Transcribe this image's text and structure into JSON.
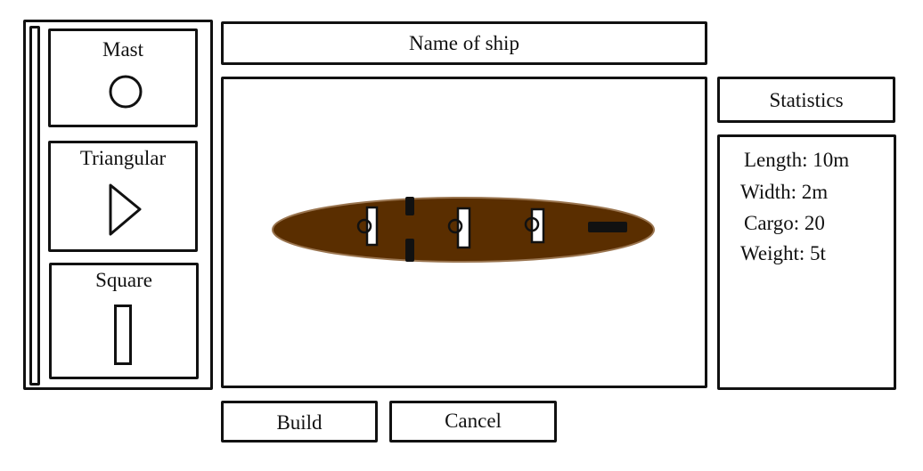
{
  "palette": {
    "items": [
      {
        "label": "Mast",
        "icon": "circle-icon"
      },
      {
        "label": "Triangular",
        "icon": "triangle-icon"
      },
      {
        "label": "Square",
        "icon": "rectangle-icon"
      }
    ]
  },
  "ship_name": {
    "placeholder": "Name of ship"
  },
  "canvas": {
    "hull_color": "#5a2e00"
  },
  "statistics": {
    "title": "Statistics",
    "lines": [
      "Length: 10m",
      "Width: 2m",
      "Cargo: 20",
      "Weight: 5t"
    ]
  },
  "actions": {
    "build": "Build",
    "cancel": "Cancel"
  }
}
